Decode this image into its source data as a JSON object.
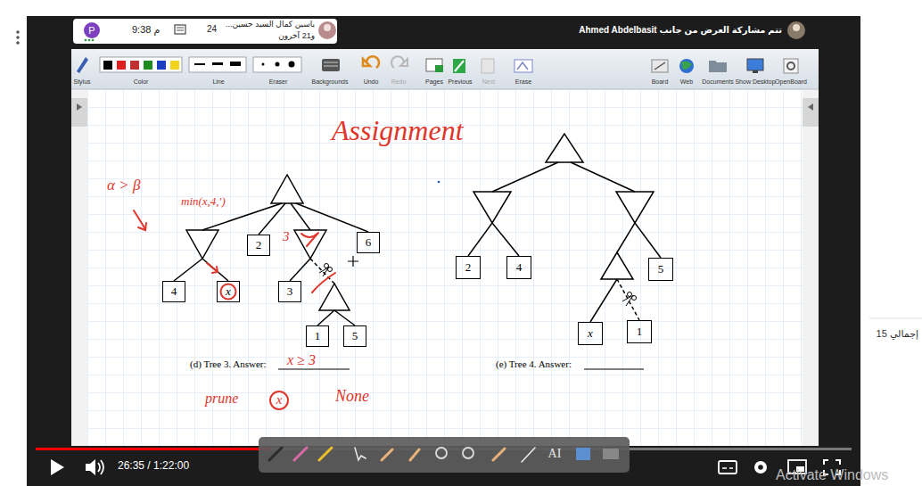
{
  "diagram": {
    "title": "Assignment",
    "nodes": [
      {
        "text": [
          "P"
        ]
      },
      {
        "text": [
          "2"
        ]
      },
      {
        "text": [
          "6"
        ]
      },
      {
        "text": [
          "4"
        ]
      },
      {
        "text": [
          "x"
        ]
      },
      {
        "text": [
          "3"
        ]
      },
      {
        "text": [
          "1"
        ]
      },
      {
        "text": [
          "5"
        ]
      },
      {
        "text": [
          "2"
        ]
      },
      {
        "text": [
          "4"
        ]
      },
      {
        "text": [
          "5"
        ]
      },
      {
        "text": [
          "x"
        ]
      },
      {
        "text": [
          "1"
        ]
      }
    ],
    "labels": [
      "تتم مشاركة العرض من جانب Ahmed Abdelbasit",
      "ياسين كمال السيد حسين...",
      "و21 آخرون",
      "9:38 م",
      "24",
      "Stylus",
      "Color",
      "Line",
      "Eraser",
      "Backgrounds",
      "Undo",
      "Redo",
      "Pages",
      "Previous",
      "Next",
      "Erase",
      "Board",
      "Web",
      "Documents",
      "Show Desktop",
      "OpenBoard",
      "α > β",
      "min(x,4,')",
      "3",
      "(d) Tree 3. Answer:",
      "x ≥ 3",
      "(e) Tree 4. Answer:",
      "prune",
      "x",
      "None",
      "26:35 / 1:22:00",
      "AI",
      "إجمالي 15",
      "Activate Windows"
    ]
  }
}
